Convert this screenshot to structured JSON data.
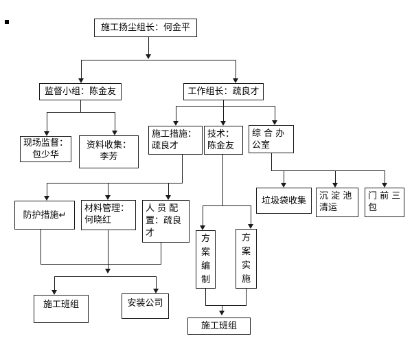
{
  "colors": {
    "line": "#1a1a1a",
    "box_border": "#1a1a1a",
    "background": "#ffffff",
    "text": "#000000"
  },
  "diagram": {
    "nodes": {
      "dust_team_leader": {
        "label": "施工扬尘组长：何金平"
      },
      "supervision_group": {
        "label": "监督小组：陈金友"
      },
      "work_leader": {
        "label": "工作组长：疏良才"
      },
      "site_supervision": {
        "label": "现场监督：\n包少华"
      },
      "data_collection": {
        "label": "资料收集：\n李芳"
      },
      "construction_measures": {
        "label": "施工措施：\n疏良才"
      },
      "technology": {
        "label": "技术：\n陈金友"
      },
      "general_office": {
        "label": "综 合 办\n公室"
      },
      "garbage_bag_collection": {
        "label": "垃圾袋收集"
      },
      "sedimentation_tank_clearing": {
        "label": "沉 淀 池\n清运"
      },
      "door_front_three_guarantees": {
        "label": "门 前 三\n包"
      },
      "protective_measures": {
        "label": "防护措施↵"
      },
      "material_management": {
        "label": "材料管理：\n何晓红"
      },
      "staffing": {
        "label": "人 员 配\n置：疏良\n才"
      },
      "plan_preparation": {
        "label": "方\n案\n编\n制"
      },
      "plan_implementation": {
        "label": "方\n案\n实\n施"
      },
      "construction_crew_left": {
        "label": "施工班组"
      },
      "installation_company": {
        "label": "安装公司"
      },
      "construction_crew_bottom": {
        "label": "施工班组"
      }
    }
  }
}
